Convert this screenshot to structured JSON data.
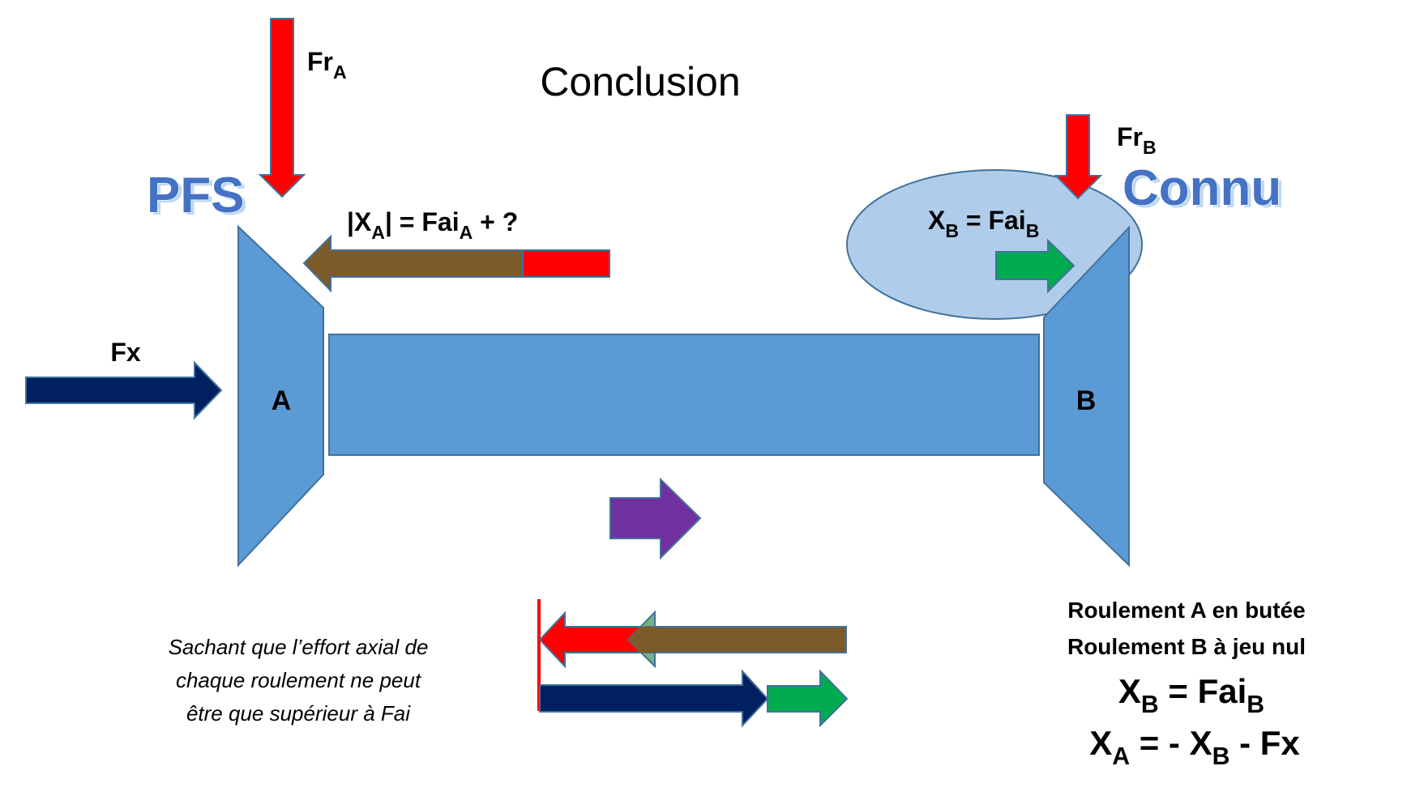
{
  "title": "Conclusion",
  "colors": {
    "bearing": "#5B9BD5",
    "bearing_edge": "#41719C",
    "ellipse": "#AFCDEA",
    "radial_force": "#FF0000",
    "axial_fx": "#002060",
    "axial_a": "#7C5A2A",
    "axial_extra": "#FF0000",
    "axial_b": "#00AC4F",
    "resultant": "#7030A0",
    "heading_blue": "#4472C4"
  },
  "labels": {
    "pfs": "PFS",
    "connu": "Connu",
    "fr_a_main": "Fr",
    "fr_a_sub": "A",
    "fr_b_main": "Fr",
    "fr_b_sub": "B",
    "fx": "Fx",
    "bearing_a": "A",
    "bearing_b": "B",
    "xa_eq": {
      "p1": "|X",
      "s1": "A",
      "p2": "| = Fai",
      "s2": "A",
      "p3": " + ?"
    },
    "xb_eq": {
      "p1": "X",
      "s1": "B",
      "p2": " = Fai",
      "s2": "B"
    }
  },
  "note": {
    "lines": [
      "Sachant que l’effort axial de",
      "chaque roulement ne peut",
      "être que supérieur à Fai"
    ]
  },
  "conclusion": {
    "line1": "Roulement A en butée",
    "line2": "Roulement B à jeu nul",
    "eq1": {
      "p1": "X",
      "s1": "B",
      "p2": " = Fai",
      "s2": "B"
    },
    "eq2": {
      "p1": "X",
      "s1": "A",
      "p2": " = - X",
      "s2": "B",
      "p3": " - Fx"
    }
  }
}
